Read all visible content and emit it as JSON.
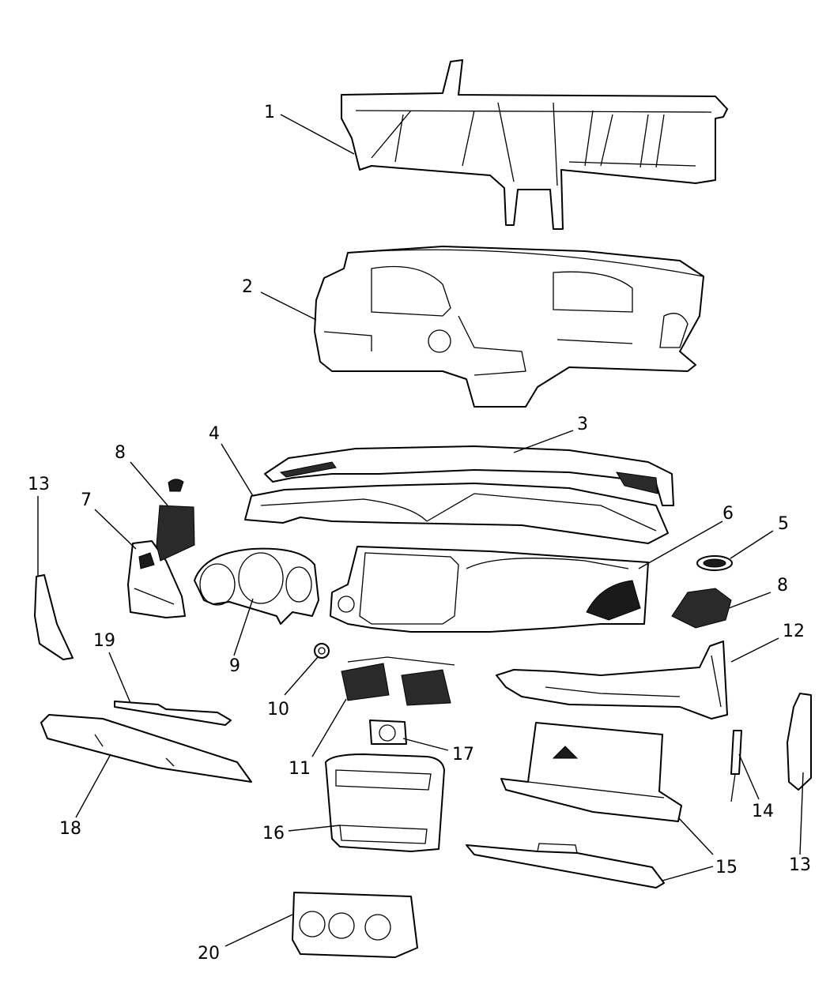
{
  "diagram": {
    "callouts": [
      {
        "id": "c1",
        "label": "1"
      },
      {
        "id": "c2",
        "label": "2"
      },
      {
        "id": "c3",
        "label": "3"
      },
      {
        "id": "c4",
        "label": "4"
      },
      {
        "id": "c5",
        "label": "5"
      },
      {
        "id": "c6",
        "label": "6"
      },
      {
        "id": "c7",
        "label": "7"
      },
      {
        "id": "c8a",
        "label": "8"
      },
      {
        "id": "c8b",
        "label": "8"
      },
      {
        "id": "c9",
        "label": "9"
      },
      {
        "id": "c10",
        "label": "10"
      },
      {
        "id": "c11",
        "label": "11"
      },
      {
        "id": "c12",
        "label": "12"
      },
      {
        "id": "c13a",
        "label": "13"
      },
      {
        "id": "c13b",
        "label": "13"
      },
      {
        "id": "c14",
        "label": "14"
      },
      {
        "id": "c15a",
        "label": "15"
      },
      {
        "id": "c15b",
        "label": "15"
      },
      {
        "id": "c16",
        "label": "16"
      },
      {
        "id": "c17",
        "label": "17"
      },
      {
        "id": "c18",
        "label": "18"
      },
      {
        "id": "c19",
        "label": "19"
      },
      {
        "id": "c20",
        "label": "20"
      }
    ]
  }
}
